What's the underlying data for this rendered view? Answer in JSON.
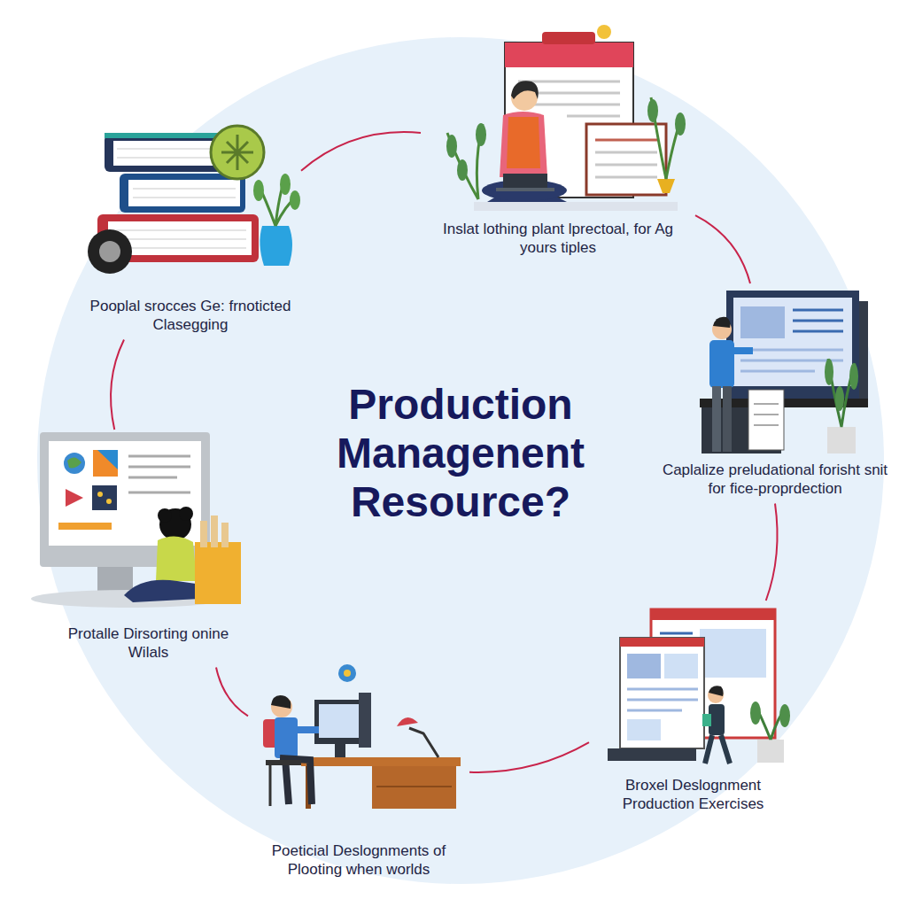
{
  "diagram": {
    "title": "Production Managenent Resource?",
    "nodes": [
      {
        "text": [
          "Pooplal srocces Ge: frnoticted Clasegging"
        ]
      },
      {
        "text": [
          "Inslat lothing plant lprectoal, for Ag yours tiples"
        ]
      },
      {
        "text": [
          "Caplalize preludational forisht snit for fice-proprdection"
        ]
      },
      {
        "text": [
          "Broxel Deslognment Production Exercises"
        ]
      },
      {
        "text": [
          "Poeticial Deslognments of Plooting when worlds"
        ]
      },
      {
        "text": [
          "Protalle Dirsorting onine Wilals"
        ]
      }
    ],
    "edges": [
      {
        "from": 0,
        "to": 1,
        "arrow": "none"
      },
      {
        "from": 1,
        "to": 2,
        "arrow": "none"
      },
      {
        "from": 2,
        "to": 3,
        "arrow": "none"
      },
      {
        "from": 3,
        "to": 4,
        "arrow": "none"
      },
      {
        "from": 4,
        "to": 5,
        "arrow": "none"
      },
      {
        "from": 5,
        "to": 0,
        "arrow": "none"
      }
    ]
  }
}
